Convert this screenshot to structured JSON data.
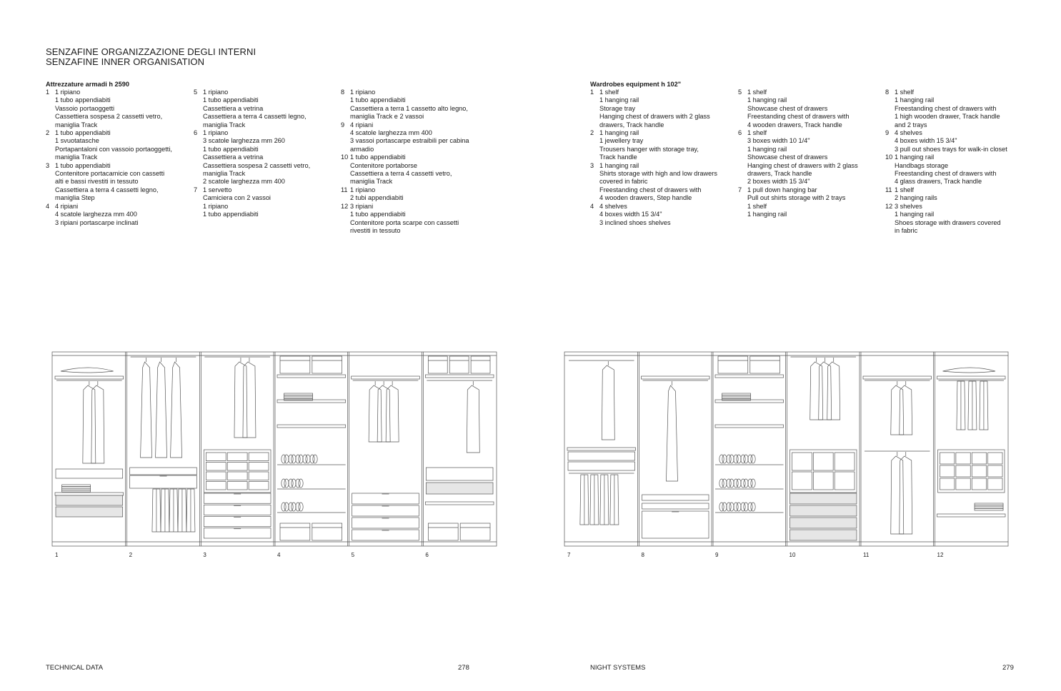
{
  "header": {
    "title_it": "SENZAFINE ORGANIZZAZIONE DEGLI INTERNI",
    "title_en": "SENZAFINE INNER ORGANISATION"
  },
  "left": {
    "subtitle": "Attrezzature armadi h 2590",
    "columns": [
      [
        {
          "n": "1",
          "lines": [
            "1 ripiano",
            "1 tubo appendiabiti",
            "Vassoio portaoggetti",
            "Cassettiera sospesa 2 cassetti vetro,",
            "maniglia Track"
          ]
        },
        {
          "n": "2",
          "lines": [
            "1 tubo appendiabiti",
            "1 svuotatasche",
            "Portapantaloni con vassoio portaoggetti,",
            "maniglia Track"
          ]
        },
        {
          "n": "3",
          "lines": [
            "1 tubo appendiabiti",
            "Contenitore portacamicie con cassetti",
            "alti e bassi rivestiti in tessuto",
            "Cassettiera a terra 4 cassetti legno,",
            "maniglia Step"
          ]
        },
        {
          "n": "4",
          "lines": [
            "4 ripiani",
            "4 scatole larghezza mm 400",
            "3 ripiani portascarpe inclinati"
          ]
        }
      ],
      [
        {
          "n": "5",
          "lines": [
            "1 ripiano",
            "1 tubo appendiabiti",
            "Cassettiera a vetrina",
            "Cassettiera a terra 4 cassetti legno,",
            "maniglia Track"
          ]
        },
        {
          "n": "6",
          "lines": [
            "1 ripiano",
            "3 scatole larghezza mm 260",
            "1 tubo appendiabiti",
            "Cassettiera a vetrina",
            "Cassettiera sospesa 2 cassetti vetro,",
            "maniglia Track",
            "2 scatole larghezza mm 400"
          ]
        },
        {
          "n": "7",
          "lines": [
            "1 servetto",
            "Camiciera con 2 vassoi",
            "1 ripiano",
            "1 tubo appendiabiti"
          ]
        }
      ],
      [
        {
          "n": "8",
          "lines": [
            "1 ripiano",
            "1 tubo appendiabiti",
            "Cassettiera a terra 1 cassetto alto legno,",
            "maniglia Track e 2 vassoi"
          ]
        },
        {
          "n": "9",
          "lines": [
            "4 ripiani",
            "4 scatole larghezza mm 400",
            "3 vassoi portascarpe estraibili per cabina",
            "armadio"
          ]
        },
        {
          "n": "10",
          "lines": [
            "1 tubo appendiabiti",
            "Contenitore portaborse",
            "Cassettiera a terra 4 cassetti vetro,",
            "maniglia Track"
          ]
        },
        {
          "n": "11",
          "lines": [
            "1 ripiano",
            "2 tubi appendiabiti"
          ]
        },
        {
          "n": "12",
          "lines": [
            "3 ripiani",
            "1 tubo appendiabiti",
            "Contenitore porta scarpe con cassetti",
            "rivestiti in tessuto"
          ]
        }
      ]
    ],
    "bay_labels": [
      "1",
      "2",
      "3",
      "4",
      "5",
      "6"
    ]
  },
  "right": {
    "subtitle": "Wardrobes equipment h 102\"",
    "columns": [
      [
        {
          "n": "1",
          "lines": [
            "1 shelf",
            "1 hanging rail",
            "Storage tray",
            "Hanging chest of drawers with 2 glass",
            "drawers, Track handle"
          ]
        },
        {
          "n": "2",
          "lines": [
            "1 hanging rail",
            "1 jewellery tray",
            "Trousers hanger with storage tray,",
            "Track handle"
          ]
        },
        {
          "n": "3",
          "lines": [
            "1 hanging rail",
            "Shirts storage with high and low drawers",
            "covered in fabric",
            "Freestanding chest of drawers with",
            "4 wooden drawers, Step handle"
          ]
        },
        {
          "n": "4",
          "lines": [
            "4 shelves",
            "4 boxes width 15 3/4\"",
            "3 inclined shoes shelves"
          ]
        }
      ],
      [
        {
          "n": "5",
          "lines": [
            "1 shelf",
            "1 hanging rail",
            "Showcase chest of drawers",
            "Freestanding chest of drawers with",
            "4  wooden drawers, Track handle"
          ]
        },
        {
          "n": "6",
          "lines": [
            "1 shelf",
            "3 boxes width 10 1/4\"",
            "1 hanging rail",
            "Showcase chest of drawers",
            "Hanging chest of drawers with 2 glass",
            "drawers, Track handle",
            "2 boxes width 15 3/4\""
          ]
        },
        {
          "n": "7",
          "lines": [
            "1 pull down hanging bar",
            "Pull out shirts storage with 2 trays",
            "1 shelf",
            "1 hanging rail"
          ]
        }
      ],
      [
        {
          "n": "8",
          "lines": [
            "1 shelf",
            "1 hanging rail",
            "Freestanding chest of drawers with",
            "1 high wooden drawer, Track handle",
            "and 2 trays"
          ]
        },
        {
          "n": "9",
          "lines": [
            "4 shelves",
            "4 boxes width 15 3/4\"",
            "3 pull out shoes trays for walk-in closet"
          ]
        },
        {
          "n": "10",
          "lines": [
            "1 hanging rail",
            "Handbags storage",
            "Freestanding chest of drawers with",
            "4 glass drawers, Track handle"
          ]
        },
        {
          "n": "11",
          "lines": [
            "1 shelf",
            "2 hanging rails"
          ]
        },
        {
          "n": "12",
          "lines": [
            "3 shelves",
            "1 hanging rail",
            "Shoes storage with drawers covered",
            "in fabric"
          ]
        }
      ]
    ],
    "bay_labels": [
      "7",
      "8",
      "9",
      "10",
      "11",
      "12"
    ]
  },
  "footer": {
    "left_section": "TECHNICAL DATA",
    "left_page": "278",
    "right_section": "NIGHT SYSTEMS",
    "right_page": "279"
  }
}
